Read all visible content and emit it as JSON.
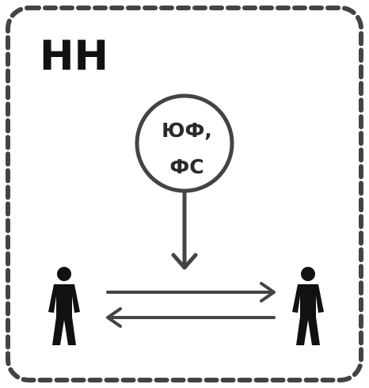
{
  "diagram": {
    "title": "НН",
    "node": {
      "line1": "ЮФ,",
      "line2": "ФС"
    },
    "colors": {
      "stroke": "#444444",
      "figure": "#111111",
      "text": "#2a2a2a",
      "background": "#ffffff"
    },
    "icons": {
      "left_person": "person-icon",
      "right_person": "person-icon"
    }
  }
}
